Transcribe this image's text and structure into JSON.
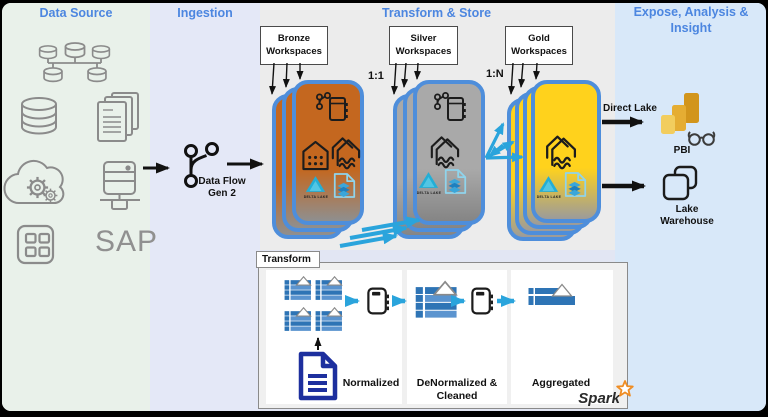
{
  "header": {
    "data_source": "Data Source",
    "ingestion": "Ingestion",
    "transform_store": "Transform & Store",
    "expose": "Expose, Analysis & Insight"
  },
  "data_source": {
    "sap": "SAP"
  },
  "ingestion": {
    "dataflow_label": "Data Flow Gen 2"
  },
  "workspaces": {
    "bronze_label": "Bronze Workspaces",
    "silver_label": "Silver Workspaces",
    "gold_label": "Gold Workspaces",
    "ratio_bronze_silver": "1:1",
    "ratio_silver_gold": "1:N",
    "delta_lake": "DELTA LAKE"
  },
  "expose": {
    "direct_lake": "Direct Lake",
    "pbi": "PBI",
    "lake_warehouse": "Lake Warehouse"
  },
  "transform": {
    "title": "Transform",
    "stage1": "Normalized",
    "stage2": "DeNormalized & Cleaned",
    "stage3": "Aggregated",
    "spark": "Spark"
  },
  "colors": {
    "header_blue": "#4c86e0",
    "bronze": "#c4671f",
    "silver": "#a9a9a9",
    "gold": "#ffd21c",
    "card_border": "#4e8edb",
    "arrow_blue": "#2aa4dc",
    "delta_teal": "#23aed6",
    "table_blue": "#2e74b5",
    "doc_navy": "#1d2f9e",
    "spark_star_orange": "#ef8c22",
    "pbi_gold": "#d2951c",
    "bg_data_source": "#e9f1ea",
    "bg_ingestion": "#e4e8f7",
    "bg_transform": "#ececec",
    "bg_expose": "#d8e8f9"
  },
  "icons": {
    "distributed-database-icon": "linked-db-cylinders",
    "database-icon": "cylinder",
    "documents-icon": "stacked-pages",
    "cloud-gears-icon": "cloud-with-gears",
    "server-icon": "networked-server-tower",
    "app-grid-icon": "rounded-square-grid",
    "dataflow-gen2-icon": "git-branch-nodes",
    "pipeline-notebook-icon": "branch-plus-notebook",
    "warehouse-icon": "house-with-dots",
    "lakehouse-icon": "double-house-with-waves",
    "delta-lake-logo": "teal-triangle",
    "parquet-file-icon": "file-with-diamond-layers",
    "power-bi-icon": "three-gold-bars",
    "glasses-icon": "spectacles",
    "lake-warehouse-icon": "overlapping-rounded-squares",
    "table-icon": "blue-striped-table-with-triangle",
    "notebook-icon": "white-notebook-dashed-edge",
    "document-icon": "navy-document",
    "spark-star-icon": "orange-star-outline"
  }
}
